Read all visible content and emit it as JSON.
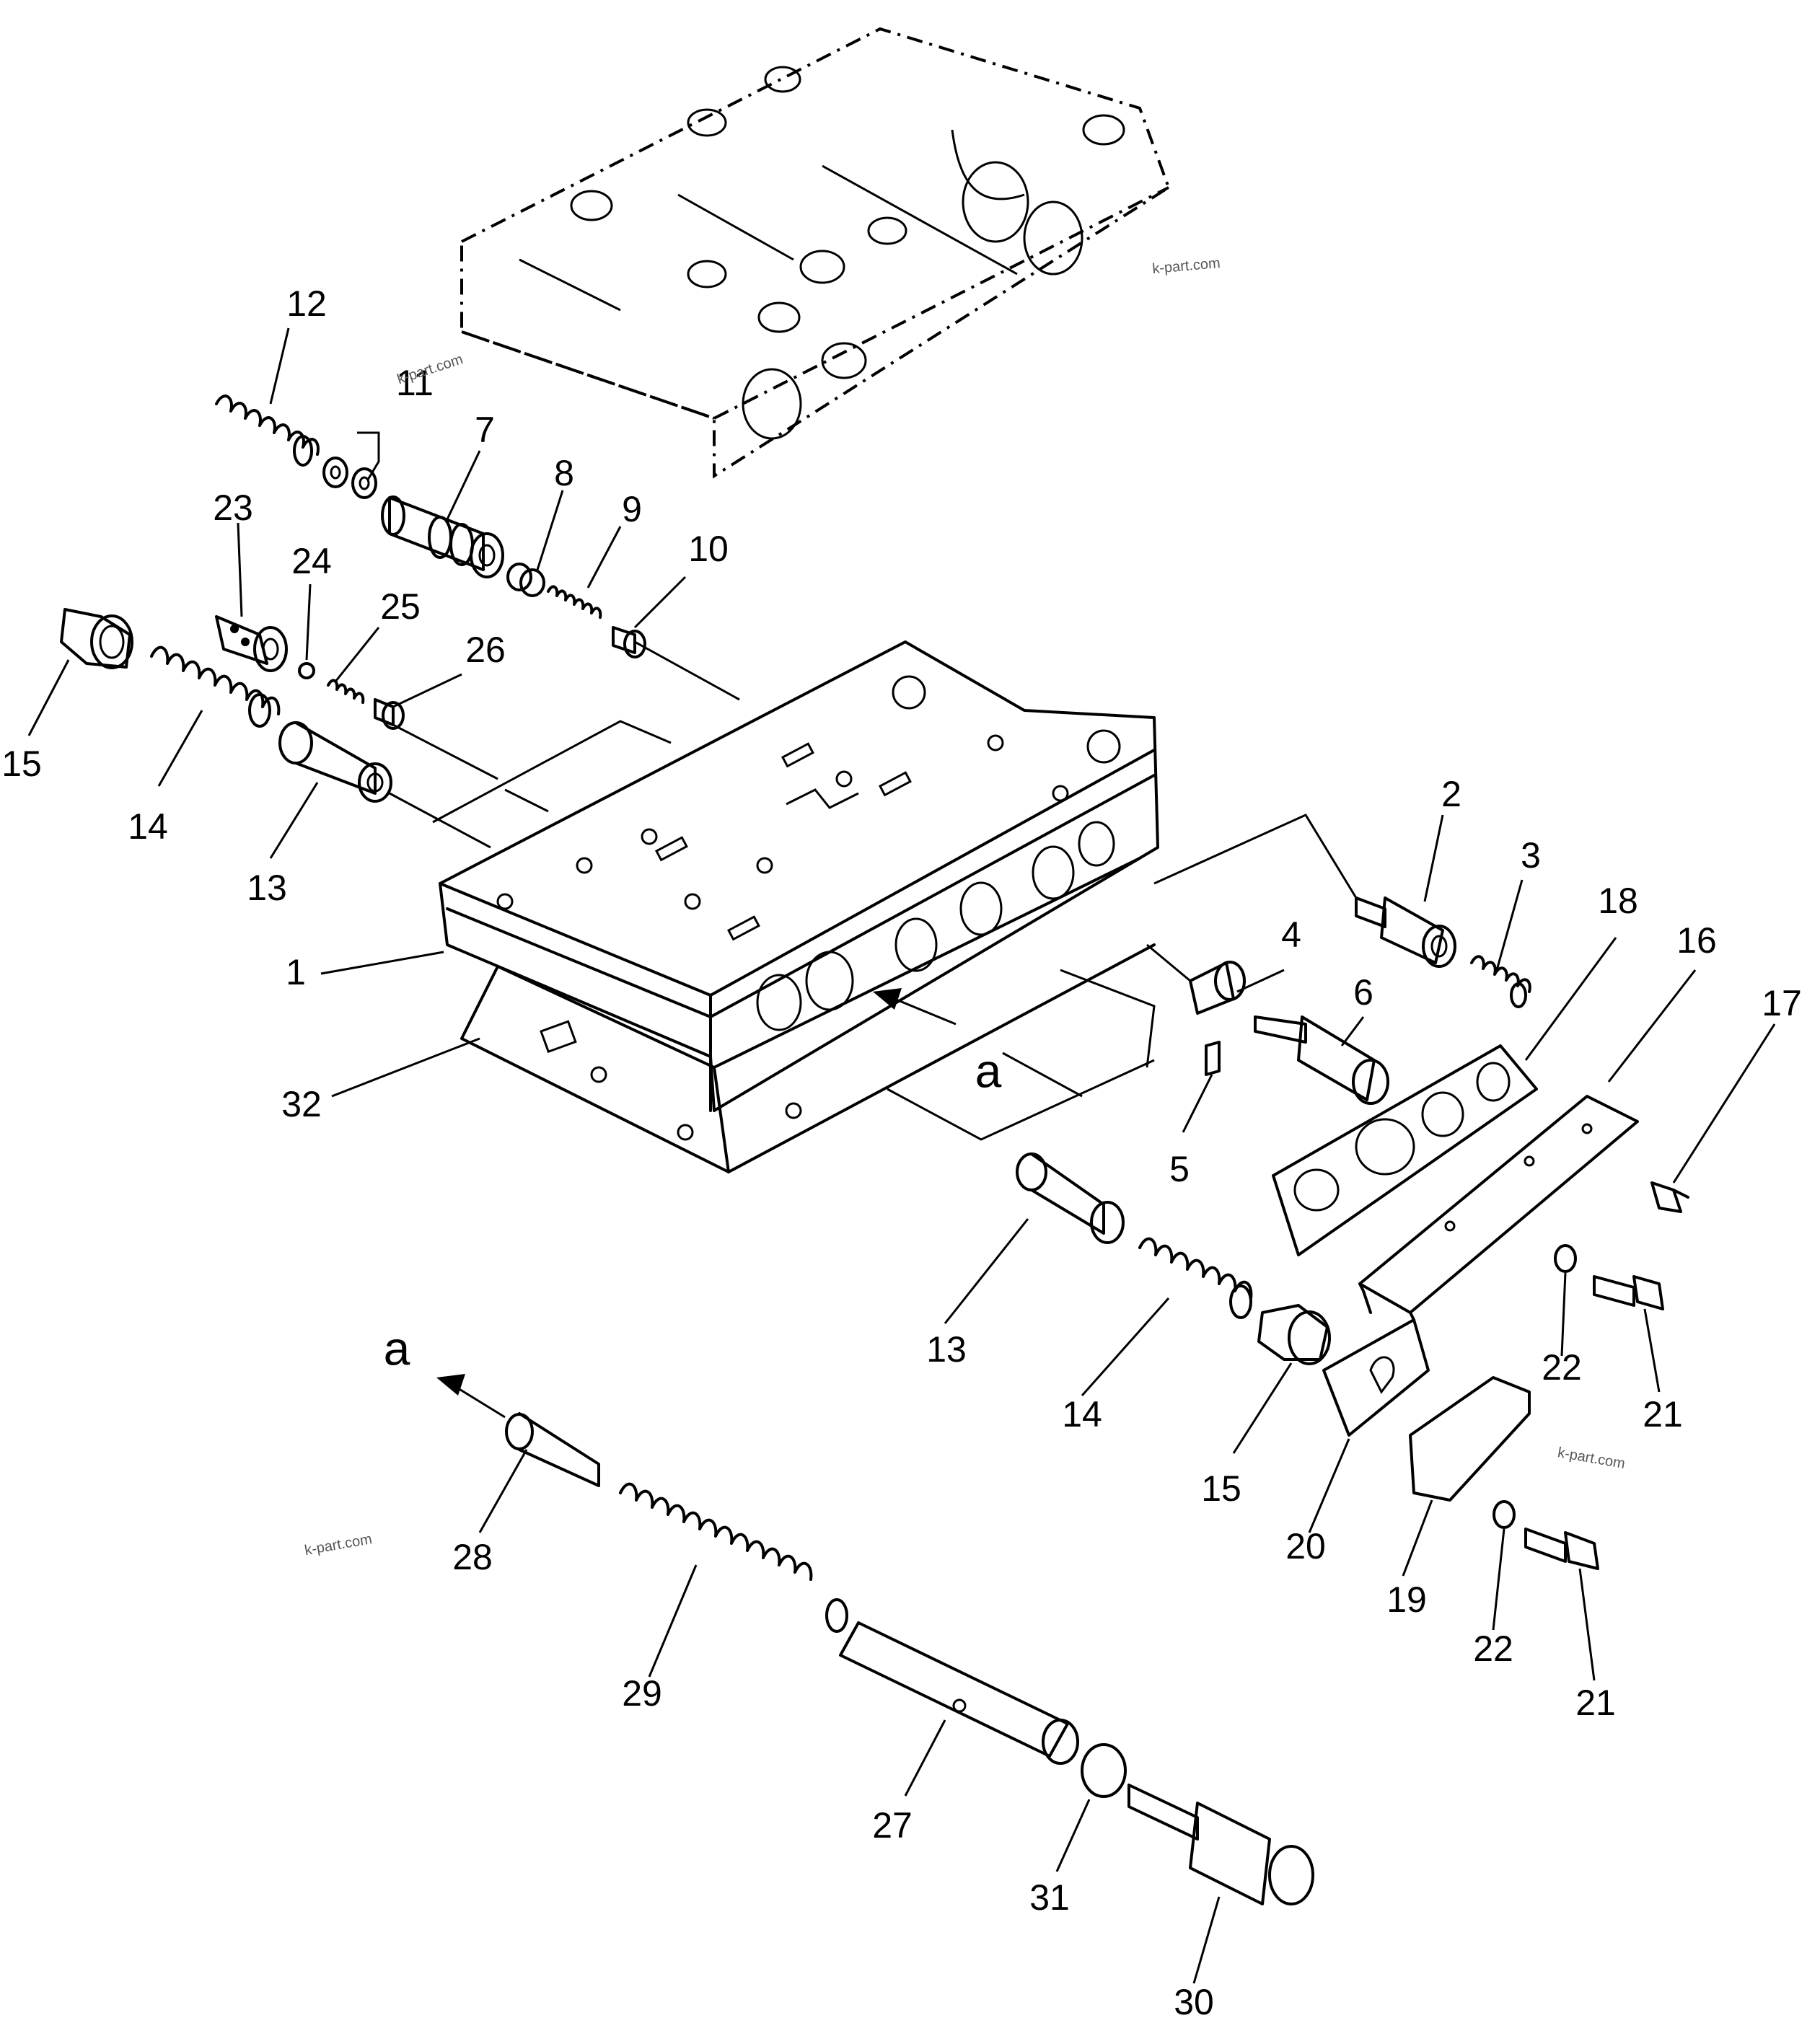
{
  "callouts": {
    "c1": "1",
    "c2": "2",
    "c3": "3",
    "c4": "4",
    "c5": "5",
    "c6": "6",
    "c7": "7",
    "c8": "8",
    "c9": "9",
    "c10": "10",
    "c11": "11",
    "c12": "12",
    "c13a": "13",
    "c13b": "13",
    "c14a": "14",
    "c14b": "14",
    "c15a": "15",
    "c15b": "15",
    "c16": "16",
    "c17": "17",
    "c18": "18",
    "c19": "19",
    "c20": "20",
    "c21a": "21",
    "c21b": "21",
    "c22a": "22",
    "c22b": "22",
    "c23": "23",
    "c24": "24",
    "c25": "25",
    "c26": "26",
    "c27": "27",
    "c28": "28",
    "c29": "29",
    "c30": "30",
    "c31": "31",
    "c32": "32"
  },
  "view_markers": {
    "a_upper": "a",
    "a_lower": "a"
  },
  "watermarks": {
    "wm1": "k-part.com",
    "wm2": "k-part.com",
    "wm3": "k-part.com",
    "wm4": "k-part.com"
  }
}
